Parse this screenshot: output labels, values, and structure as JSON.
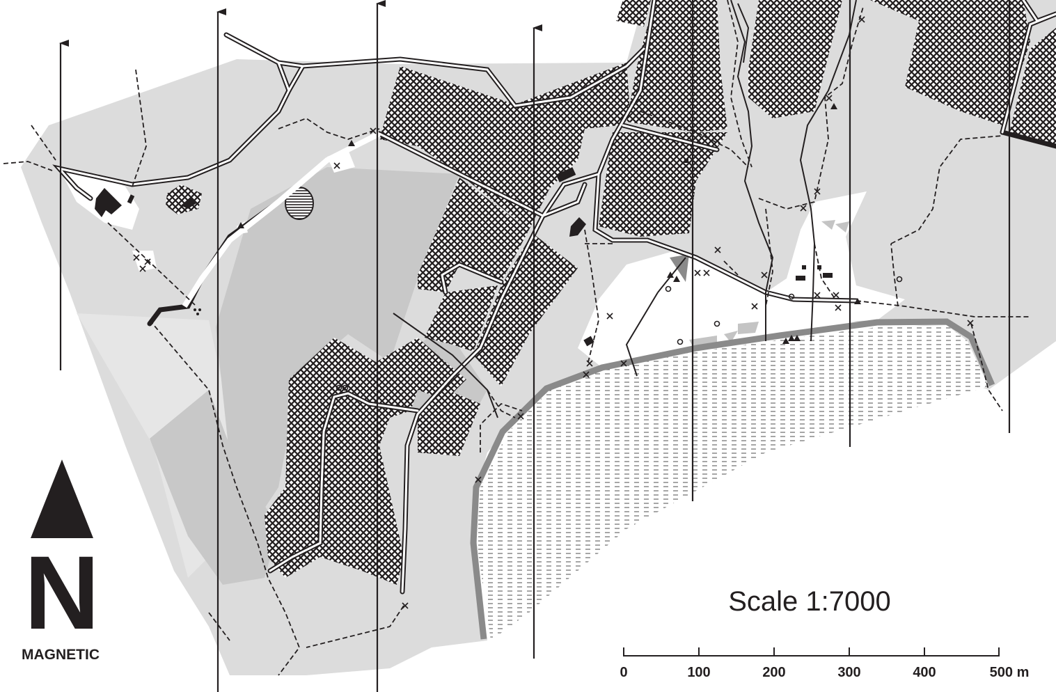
{
  "map": {
    "colors": {
      "ink": "#231f20",
      "open_land": "#dcdcdc",
      "rough_open": "#c4c4c4",
      "light_open": "#e4e4e4",
      "shore": "#8a8a8a"
    },
    "legend": {
      "north_letter": "N",
      "north_caption": "MAGNETIC",
      "north_icon": "north-arrow-icon"
    },
    "scale": {
      "title": "Scale 1:7000",
      "ticks": [
        "0",
        "100",
        "200",
        "300",
        "400",
        "500 m"
      ]
    }
  }
}
